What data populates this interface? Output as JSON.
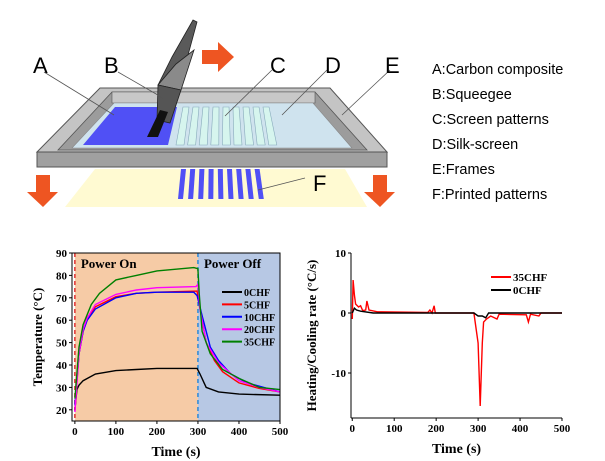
{
  "diagram": {
    "callouts": [
      "A",
      "B",
      "C",
      "D",
      "E",
      "F"
    ],
    "legend": [
      "A:Carbon composite",
      "B:Squeegee",
      "C:Screen patterns",
      "D:Silk-screen",
      "E:Frames",
      "F:Printed patterns"
    ],
    "colors": {
      "composite": "#5050f5",
      "screen": "#cfe3ee",
      "pattern": "#d6f5ee",
      "frame": "#a8a8a8",
      "substrate": "#fffad2",
      "arrow": "#ee5522"
    }
  },
  "chart_data": [
    {
      "type": "line",
      "xlabel": "Time (s)",
      "ylabel": "Temperature (°C)",
      "xlim": [
        -7,
        500
      ],
      "ylim": [
        15,
        90
      ],
      "xticks": [
        0,
        100,
        200,
        300,
        400,
        500
      ],
      "yticks": [
        20,
        30,
        40,
        50,
        60,
        70,
        80,
        90
      ],
      "regions": [
        {
          "label": "Power On",
          "from": 0,
          "to": 300,
          "color": "#f6cba6"
        },
        {
          "label": "Power Off",
          "from": 300,
          "to": 500,
          "color": "#b7c8e4"
        }
      ],
      "legend_position": "right",
      "series": [
        {
          "name": "0CHF",
          "color": "#000000",
          "points": [
            [
              0,
              20
            ],
            [
              5,
              29
            ],
            [
              10,
              31
            ],
            [
              20,
              33
            ],
            [
              50,
              36
            ],
            [
              100,
              37.5
            ],
            [
              150,
              38
            ],
            [
              200,
              38.5
            ],
            [
              298,
              38.5
            ],
            [
              305,
              36
            ],
            [
              315,
              32
            ],
            [
              320,
              30
            ],
            [
              350,
              28
            ],
            [
              400,
              27
            ],
            [
              500,
              26.5
            ]
          ]
        },
        {
          "name": "5CHF",
          "color": "#ff0000",
          "points": [
            [
              0,
              20
            ],
            [
              10,
              45
            ],
            [
              20,
              55
            ],
            [
              30,
              61
            ],
            [
              50,
              66
            ],
            [
              100,
              70.5
            ],
            [
              150,
              72
            ],
            [
              200,
              72.5
            ],
            [
              298,
              73
            ],
            [
              302,
              68
            ],
            [
              320,
              50
            ],
            [
              340,
              42
            ],
            [
              360,
              37
            ],
            [
              400,
              32
            ],
            [
              450,
              29.5
            ],
            [
              500,
              28
            ]
          ]
        },
        {
          "name": "10CHF",
          "color": "#0000ff",
          "points": [
            [
              0,
              22
            ],
            [
              10,
              45
            ],
            [
              20,
              55
            ],
            [
              30,
              60
            ],
            [
              50,
              65
            ],
            [
              100,
              70
            ],
            [
              150,
              72
            ],
            [
              200,
              72.5
            ],
            [
              290,
              72.5
            ],
            [
              298,
              71
            ],
            [
              310,
              62
            ],
            [
              330,
              48
            ],
            [
              350,
              42
            ],
            [
              380,
              36
            ],
            [
              420,
              32
            ],
            [
              500,
              28
            ]
          ]
        },
        {
          "name": "20CHF",
          "color": "#ff00ff",
          "points": [
            [
              0,
              19
            ],
            [
              10,
              45
            ],
            [
              20,
              56
            ],
            [
              30,
              61
            ],
            [
              50,
              67
            ],
            [
              100,
              71.5
            ],
            [
              150,
              73.5
            ],
            [
              200,
              74.5
            ],
            [
              295,
              75
            ],
            [
              300,
              76
            ],
            [
              305,
              65
            ],
            [
              320,
              50
            ],
            [
              350,
              41
            ],
            [
              400,
              33
            ],
            [
              450,
              30
            ],
            [
              500,
              28
            ]
          ]
        },
        {
          "name": "35CHF",
          "color": "#008000",
          "points": [
            [
              0,
              25
            ],
            [
              10,
              48
            ],
            [
              20,
              58
            ],
            [
              40,
              67
            ],
            [
              60,
              72
            ],
            [
              100,
              78
            ],
            [
              150,
              80
            ],
            [
              200,
              82
            ],
            [
              290,
              83.5
            ],
            [
              300,
              83
            ],
            [
              303,
              72
            ],
            [
              310,
              55
            ],
            [
              330,
              45
            ],
            [
              360,
              38
            ],
            [
              400,
              34
            ],
            [
              450,
              30
            ],
            [
              500,
              29
            ]
          ]
        }
      ]
    },
    {
      "type": "line",
      "xlabel": "Time (s)",
      "ylabel": "Heating/Cooling rate (°C/s)",
      "xlim": [
        -3,
        500
      ],
      "ylim": [
        -17.5,
        10
      ],
      "xticks": [
        0,
        100,
        200,
        300,
        400,
        500
      ],
      "yticks": [
        10,
        0,
        -10
      ],
      "legend_position": "top-right",
      "series": [
        {
          "name": "35CHF",
          "color": "#ff0000",
          "points": [
            [
              0,
              -1
            ],
            [
              2,
              5.5
            ],
            [
              5,
              3
            ],
            [
              8,
              1.5
            ],
            [
              15,
              1
            ],
            [
              20,
              1.2
            ],
            [
              25,
              0.4
            ],
            [
              32,
              0.5
            ],
            [
              35,
              2
            ],
            [
              40,
              0.5
            ],
            [
              60,
              0.2
            ],
            [
              180,
              0.1
            ],
            [
              185,
              0.5
            ],
            [
              190,
              0
            ],
            [
              195,
              1.2
            ],
            [
              198,
              0
            ],
            [
              290,
              0
            ],
            [
              300,
              -5
            ],
            [
              305,
              -15.5
            ],
            [
              310,
              -5
            ],
            [
              313,
              -1.5
            ],
            [
              320,
              -1
            ],
            [
              330,
              -0.5
            ],
            [
              345,
              -1
            ],
            [
              350,
              -0.2
            ],
            [
              415,
              -0.3
            ],
            [
              420,
              -1.5
            ],
            [
              425,
              -0.2
            ],
            [
              445,
              -0.5
            ],
            [
              450,
              0
            ],
            [
              500,
              0
            ]
          ]
        },
        {
          "name": "0CHF",
          "color": "#000000",
          "points": [
            [
              0,
              0
            ],
            [
              5,
              0.8
            ],
            [
              10,
              0.5
            ],
            [
              20,
              0.3
            ],
            [
              50,
              0
            ],
            [
              290,
              0
            ],
            [
              300,
              -0.5
            ],
            [
              310,
              -0.5
            ],
            [
              318,
              -0.8
            ],
            [
              325,
              0
            ],
            [
              500,
              0
            ]
          ]
        }
      ]
    }
  ]
}
